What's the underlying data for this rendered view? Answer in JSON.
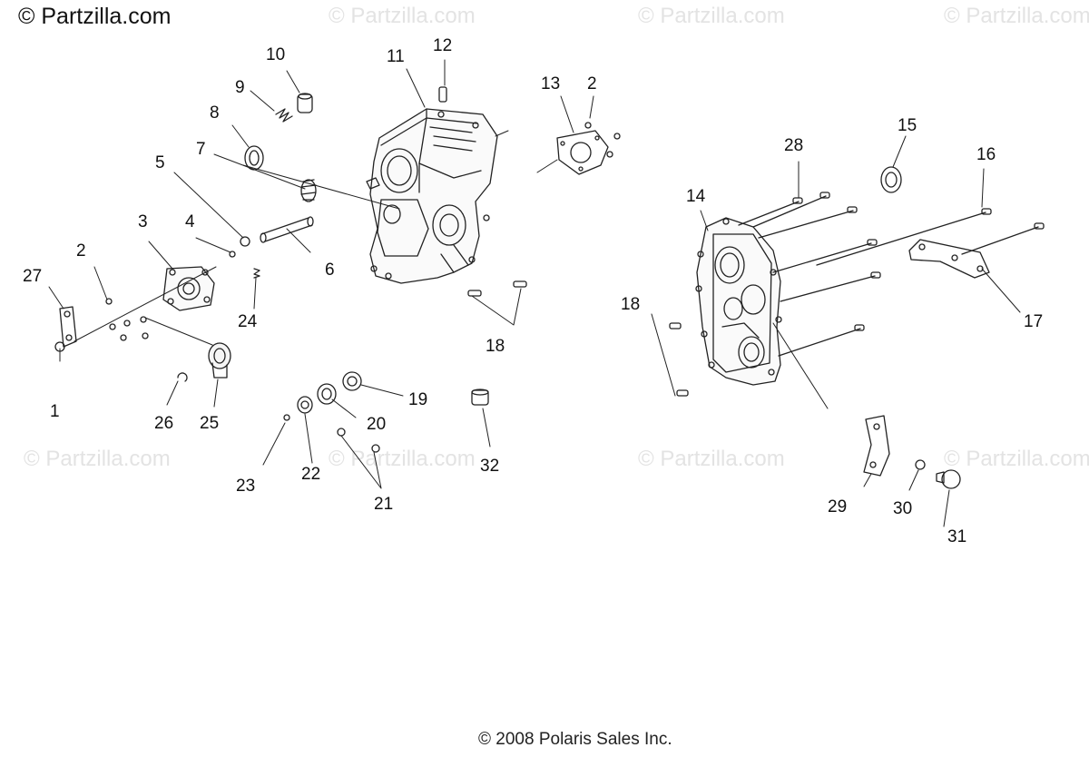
{
  "brand": "© Partzilla.com",
  "watermark": "© Partzilla.com",
  "footer": "© 2008 Polaris Sales Inc.",
  "callouts": [
    "1",
    "2",
    "3",
    "4",
    "5",
    "6",
    "7",
    "8",
    "9",
    "10",
    "11",
    "12",
    "13",
    "2",
    "27",
    "24",
    "18",
    "18",
    "14",
    "15",
    "16",
    "17",
    "19",
    "20",
    "21",
    "22",
    "23",
    "25",
    "26",
    "28",
    "29",
    "30",
    "31",
    "32"
  ]
}
